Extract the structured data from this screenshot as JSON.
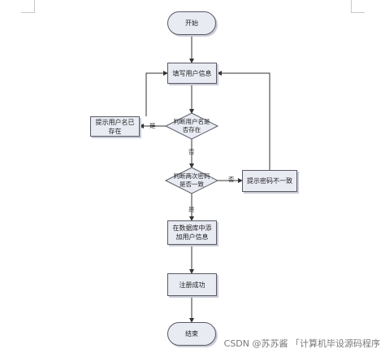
{
  "flowchart": {
    "start": "开始",
    "fill_info": "填写用户信息",
    "check_username": "判断用户名是否存在",
    "username_exists": "提示用户名已存在",
    "check_password": "判断两次密码是否一致",
    "password_mismatch": "提示密码不一致",
    "add_to_db": "在数据库中添加用户信息",
    "register_success": "注册成功",
    "end": "结束",
    "yes_label_1": "是",
    "no_label_1": "否",
    "no_label_2": "否",
    "yes_label_2": "是"
  },
  "watermark": "CSDN @苏苏酱 「计算机毕设源码程序"
}
